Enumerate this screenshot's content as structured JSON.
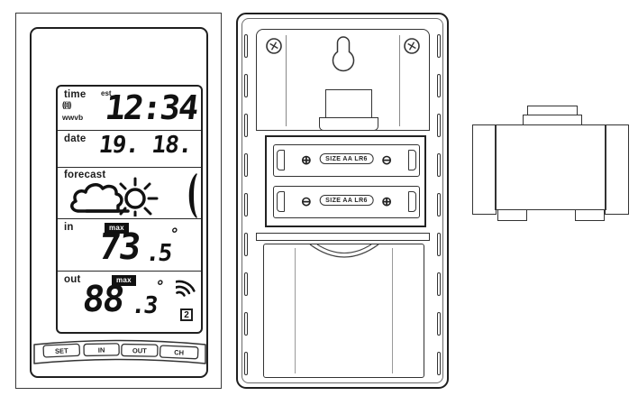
{
  "colors": {
    "line": "#222222",
    "background": "#ffffff",
    "badge_bg": "#111111",
    "badge_text": "#ffffff"
  },
  "station_front": {
    "lcd": {
      "time": {
        "label": "time",
        "est": "est",
        "signal_glyph": "((ı))",
        "wwvb": "wwvb",
        "value": "12:34"
      },
      "date": {
        "label": "date",
        "value": "19. 18."
      },
      "forecast": {
        "label": "forecast"
      },
      "indoor": {
        "label": "in",
        "max_badge": "max",
        "value_int": "73",
        "value_dec": ".5",
        "degree": "°"
      },
      "outdoor": {
        "label": "out",
        "max_badge": "max",
        "value_int": "88",
        "value_dec": ".3",
        "degree": "°",
        "channel": "2"
      }
    },
    "buttons": [
      {
        "label": "SET"
      },
      {
        "label": "IN"
      },
      {
        "label": "OUT"
      },
      {
        "label": "CH"
      }
    ]
  },
  "station_back": {
    "batteries": [
      {
        "left_terminal": "⊕",
        "size_label": "SIZE AA LR6",
        "right_terminal": "⊖"
      },
      {
        "left_terminal": "⊖",
        "size_label": "SIZE AA LR6",
        "right_terminal": "⊕"
      }
    ]
  },
  "icons": {
    "radio-signal-icon": "((ı))",
    "plus-terminal-icon": "⊕",
    "minus-terminal-icon": "⊖"
  }
}
